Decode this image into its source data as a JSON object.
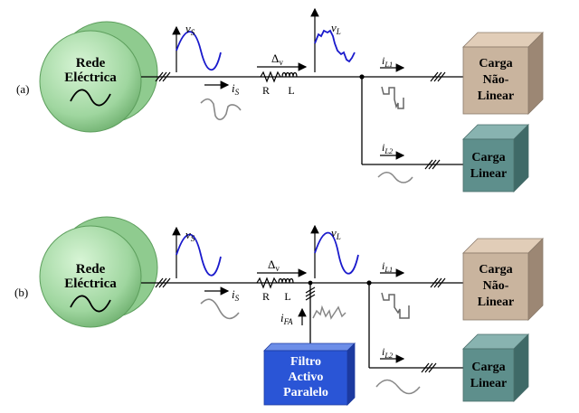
{
  "panels": [
    {
      "label": "(a)",
      "grid": {
        "label": "Rede\nEléctrica"
      },
      "vs": {
        "name": "v",
        "sub": "S"
      },
      "vl": {
        "name": "v",
        "sub": "L"
      },
      "is": {
        "name": "i",
        "sub": "S"
      },
      "delta": {
        "name": "Δ",
        "sub": "v"
      },
      "r": "R",
      "l": "L",
      "il1": {
        "name": "i",
        "sub": "L1"
      },
      "il2": {
        "name": "i",
        "sub": "L2"
      },
      "load_nl": "Carga\nNão-\nLinear",
      "load_lin": "Carga\nLinear"
    },
    {
      "label": "(b)",
      "grid": {
        "label": "Rede\nEléctrica"
      },
      "vs": {
        "name": "v",
        "sub": "S"
      },
      "vl": {
        "name": "v",
        "sub": "L"
      },
      "is": {
        "name": "i",
        "sub": "S"
      },
      "delta": {
        "name": "Δ",
        "sub": "v"
      },
      "r": "R",
      "l": "L",
      "ifa": {
        "name": "i",
        "sub": "FA"
      },
      "il1": {
        "name": "i",
        "sub": "L1"
      },
      "il2": {
        "name": "i",
        "sub": "L2"
      },
      "load_nl": "Carga\nNão-\nLinear",
      "load_lin": "Carga\nLinear",
      "filter": "Filtro\nActivo\nParalelo"
    }
  ],
  "colors": {
    "grid_fill": "#a8dba8",
    "voltage_wave": "#1a1acc",
    "current_wave": "#888888",
    "load_nl_front": "#c9b49e",
    "load_lin_front": "#5e8f8c",
    "filter_front": "#2a55d6"
  }
}
